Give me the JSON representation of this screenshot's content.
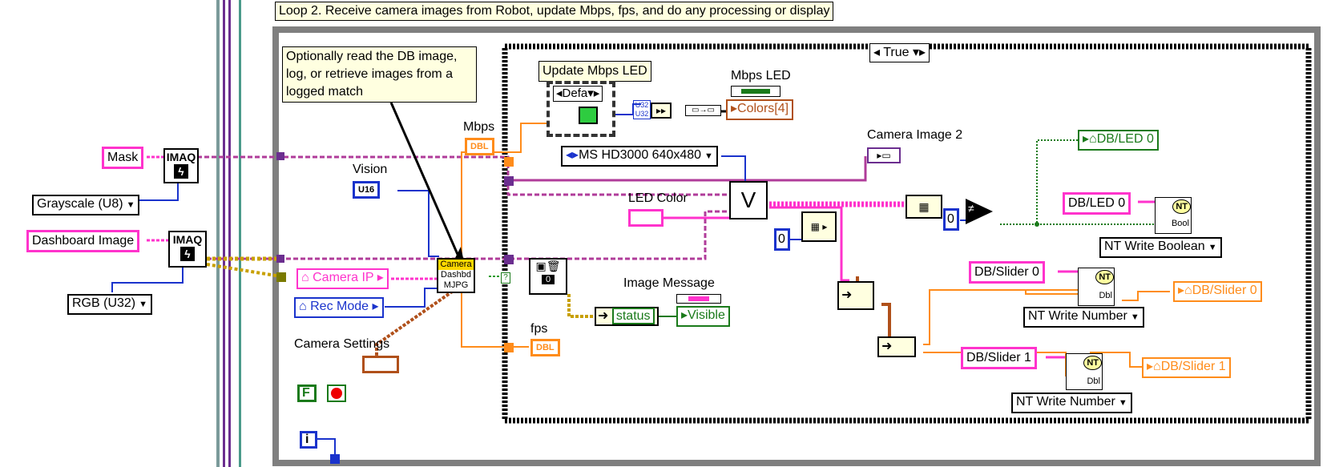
{
  "comments": {
    "loop_title": "Loop 2. Receive camera images from Robot, update Mbps, fps, and do any processing or display",
    "optional_note_line1": "Optionally read the DB image,",
    "optional_note_line2": "log, or retrieve images from a",
    "optional_note_line3": "logged match"
  },
  "left_panel": {
    "mask_label": "Mask",
    "imaq_text": "IMAQ",
    "grayscale_option": "Grayscale (U8)",
    "dashboard_image_label": "Dashboard Image",
    "rgb_option": "RGB (U32)"
  },
  "main_loop": {
    "vision_label": "Vision",
    "vision_type": "U16",
    "mbps_label": "Mbps",
    "mbps_type": "DBL",
    "camera_ip": "Camera IP",
    "rec_mode": "Rec Mode",
    "camera_settings_label": "Camera Settings",
    "false_const": "F",
    "iteration": "i",
    "fps_label": "fps",
    "fps_type": "DBL",
    "dashboard_vi_top": "Camera",
    "dashboard_vi_mid": "Dashbd",
    "dashboard_vi_bottom": "MJPG",
    "zero_const": "0"
  },
  "case_structure": {
    "selector": "True",
    "update_mbps_label": "Update Mbps LED",
    "inner_case_selector": "Defa",
    "mbps_led_label": "Mbps LED",
    "colors_indicator": "Colors[4]",
    "u32_a": "U32",
    "u32_b": "U32",
    "camera_dropdown": "MS HD3000 640x480",
    "camera_image2_label": "Camera Image 2",
    "led_color_label": "LED Color",
    "select_node": "V",
    "image_message_label": "Image Message",
    "status_text": "status",
    "visible_text": "Visible",
    "db_led0_indicator": "DB/LED 0",
    "db_led0_const": "DB/LED 0",
    "nt_write_boolean": "NT Write Boolean",
    "nt_text": "NT",
    "bool_text": "Bool",
    "dbl_text": "Dbl",
    "db_slider0_const": "DB/Slider 0",
    "db_slider0_indicator": "DB/Slider 0",
    "nt_write_number_a": "NT Write Number",
    "db_slider1_const": "DB/Slider 1",
    "db_slider1_indicator": "DB/Slider 1",
    "nt_write_number_b": "NT Write Number",
    "zero_a": "0",
    "zero_b": "0",
    "not_equal": "≠",
    "dbl_small": "DBL"
  },
  "colors": {
    "string_pink": "#ff33cc",
    "numeric_blue": "#1a33cc",
    "image_purple": "#6b2e8f",
    "double_orange": "#ff8c1a",
    "bool_green": "#1a7a1a",
    "loop_gray": "#7f7f7f",
    "comment_yellow": "#ffffe0"
  }
}
